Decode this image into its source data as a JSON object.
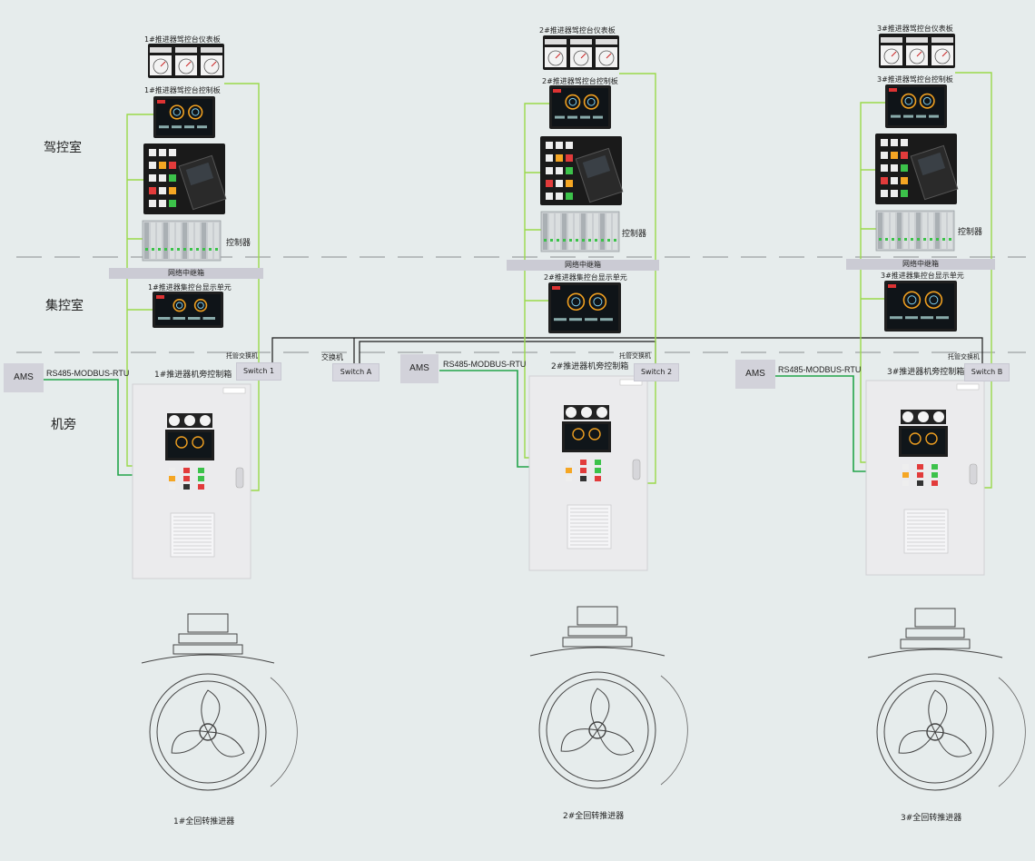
{
  "zones": {
    "bridge": "驾控室",
    "ecr": "集控室",
    "local": "机旁"
  },
  "network": {
    "switch_a_label": "交换机",
    "switch_a": "Switch A"
  },
  "units": [
    {
      "instrument_panel": "1#推进器驾控台仪表板",
      "control_panel": "1#推进器驾控台控制板",
      "controller": "控制器",
      "relay_box": "网络中继箱",
      "ecr_display": "1#推进器集控台显示单元",
      "managed_switch_label": "托管交换机",
      "switch": "Switch 1",
      "ams": "AMS",
      "protocol": "RS485-MODBUS-RTU",
      "local_box": "1#推进器机旁控制箱",
      "thruster": "1#全回转推进器"
    },
    {
      "instrument_panel": "2#推进器驾控台仪表板",
      "control_panel": "2#推进器驾控台控制板",
      "controller": "控制器",
      "relay_box": "网络中继箱",
      "ecr_display": "2#推进器集控台显示单元",
      "managed_switch_label": "托管交换机",
      "switch": "Switch 2",
      "ams": "AMS",
      "protocol": "RS485-MODBUS-RTU",
      "local_box": "2#推进器机旁控制箱",
      "thruster": "2#全回转推进器"
    },
    {
      "instrument_panel": "3#推进器驾控台仪表板",
      "control_panel": "3#推进器驾控台控制板",
      "controller": "控制器",
      "relay_box": "网络中继箱",
      "ecr_display": "3#推进器集控台显示单元",
      "managed_switch_label": "托管交换机",
      "switch": "Switch B",
      "ams": "AMS",
      "protocol": "RS485-MODBUS-RTU",
      "local_box": "3#推进器机旁控制箱",
      "thruster": "3#全回转推进器"
    }
  ],
  "colors": {
    "background": "#e6ecec",
    "ethernet_line": "#9ad94a",
    "rs485_line": "#22a34a",
    "network_line": "#1a1a1a"
  }
}
